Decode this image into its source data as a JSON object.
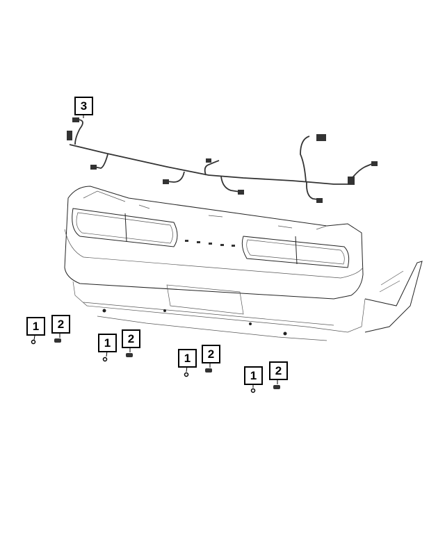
{
  "callouts": {
    "sensor_grommet": "1",
    "park_assist_sensor": "2",
    "wiring_harness": "3"
  },
  "colors": {
    "line": "#000000",
    "background": "#ffffff"
  }
}
